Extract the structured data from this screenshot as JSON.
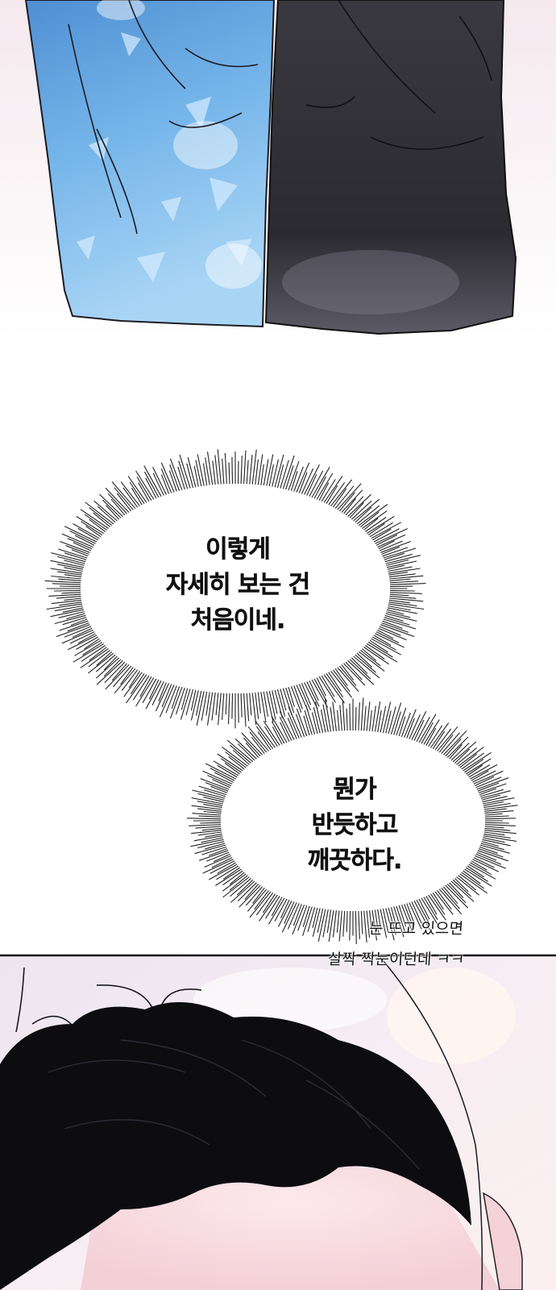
{
  "bubble_1": {
    "lines": [
      "이렇게",
      "자세히 보는 건",
      "처음이네."
    ]
  },
  "bubble_2": {
    "lines": [
      "뭔가",
      "반듯하고",
      "깨끗하다."
    ]
  },
  "side_note": {
    "lines": [
      "눈 뜨고 있으면",
      "살짝 짝눈이던데 ㅋㅋ"
    ]
  },
  "colors": {
    "background": "#ffffff",
    "blue_sleeve": "#6aa8e2",
    "dark_coat": "#2e2d34",
    "hair": "#0d0d10",
    "panel_glow": "#f3e6ee"
  }
}
